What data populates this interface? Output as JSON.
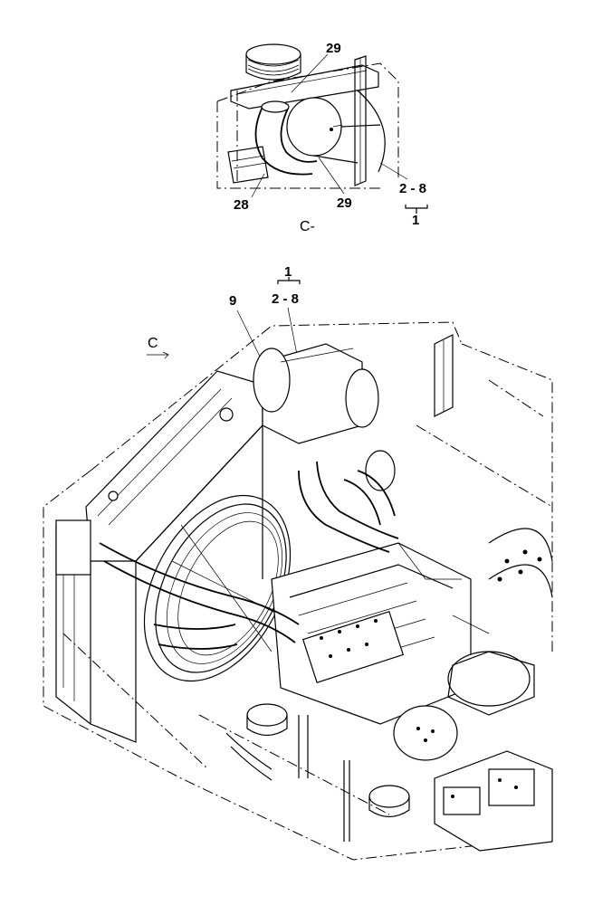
{
  "detail_view": {
    "view_label": "C-",
    "callouts": {
      "top_29": "29",
      "bottom_29": "29",
      "c28": "28",
      "range": "2 - 8",
      "assy": "1"
    }
  },
  "main_view": {
    "view_arrow_label": "C",
    "callouts": {
      "assy": "1",
      "range": "2 - 8",
      "c9": "9"
    }
  }
}
